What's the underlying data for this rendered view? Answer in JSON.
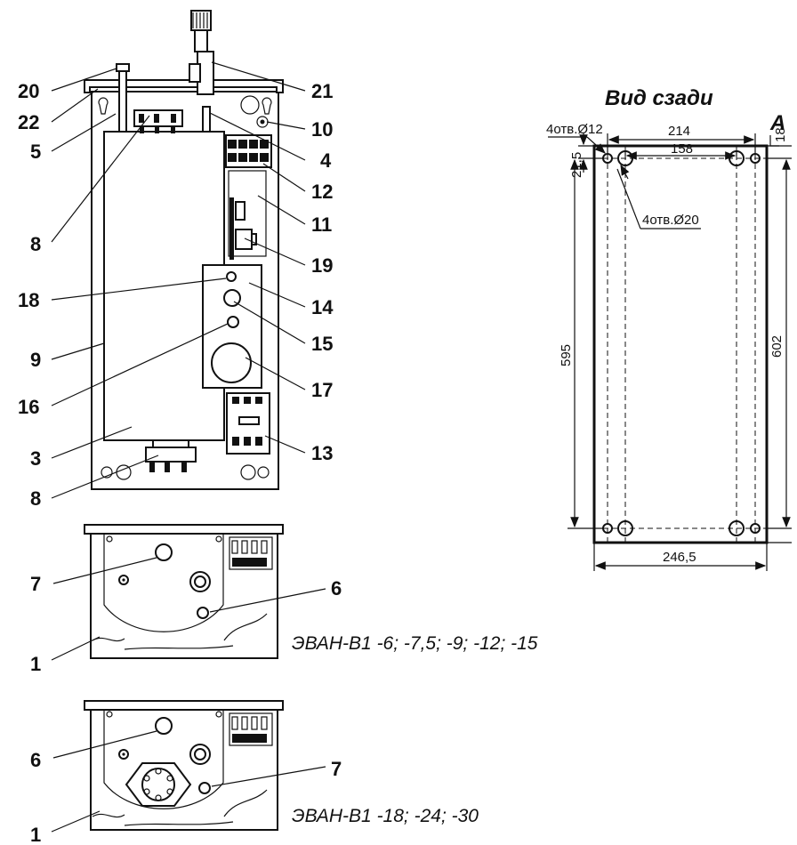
{
  "rear_view": {
    "title": "Вид сзади",
    "section_mark": "А",
    "holes_small": "4отв.Ø12",
    "holes_large": "4отв.Ø20",
    "dims": {
      "width_outer_holes": "214",
      "width_inner_holes": "158",
      "top_offset": "21,5",
      "top_edge": "18",
      "height_holes": "595",
      "height_total": "602",
      "width_total": "246,5"
    }
  },
  "captions": {
    "model_top": "ЭВАН-В1 -6; -7,5; -9; -12; -15",
    "model_bottom": "ЭВАН-В1 -18; -24; -30"
  },
  "callouts": {
    "c20": "20",
    "c22": "22",
    "c5": "5",
    "c8a": "8",
    "c18": "18",
    "c9": "9",
    "c16": "16",
    "c3": "3",
    "c8b": "8",
    "c21": "21",
    "c10": "10",
    "c4": "4",
    "c12": "12",
    "c11": "11",
    "c19": "19",
    "c14": "14",
    "c15": "15",
    "c17": "17",
    "c13": "13",
    "m1_7": "7",
    "m1_6": "6",
    "m1_1": "1",
    "m2_6": "6",
    "m2_7": "7",
    "m2_1": "1"
  }
}
